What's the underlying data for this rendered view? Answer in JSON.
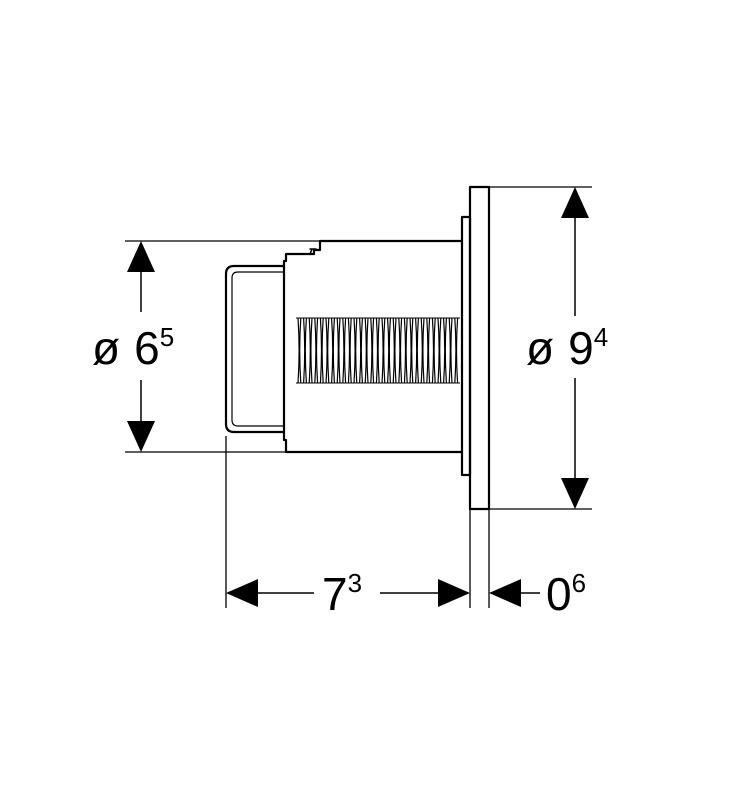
{
  "dimensions": {
    "left_diameter": {
      "symbol": "ø",
      "main": "6",
      "sup": "5"
    },
    "right_diameter": {
      "symbol": "ø",
      "main": "9",
      "sup": "4"
    },
    "body_depth": {
      "main": "7",
      "sup": "3"
    },
    "plate_depth": {
      "main": "0",
      "sup": "6"
    }
  },
  "colors": {
    "line": "#000000",
    "background": "#ffffff"
  }
}
